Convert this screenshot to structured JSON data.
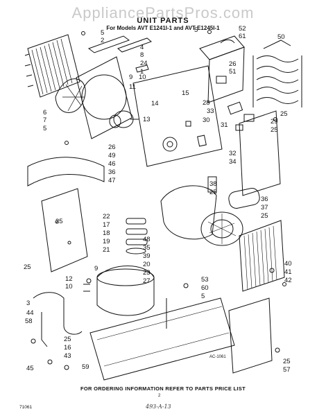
{
  "watermark": "AppliancePartsPros.com",
  "header": {
    "title": "UNIT PARTS",
    "subtitle": "For Models AVT E1241I-1 and AVT E1245I-1"
  },
  "footer": {
    "ordering_note": "FOR ORDERING INFORMATION REFER TO PARTS PRICE LIST",
    "page_ref": "71061",
    "page_number": "2",
    "handwritten_note": "493-A-13",
    "diagram_code": "AC-1061"
  },
  "callouts": [
    "5",
    "2",
    "4",
    "8",
    "24",
    "1",
    "6",
    "7",
    "5",
    "9",
    "10",
    "11",
    "14",
    "15",
    "13",
    "5",
    "52",
    "61",
    "50",
    "26",
    "51",
    "28",
    "33",
    "30",
    "31",
    "25",
    "29",
    "25",
    "26",
    "49",
    "46",
    "36",
    "47",
    "32",
    "34",
    "38",
    "25",
    "36",
    "37",
    "25",
    "25",
    "25",
    "22",
    "17",
    "18",
    "19",
    "21",
    "48",
    "35",
    "39",
    "20",
    "23",
    "27",
    "9",
    "12",
    "10",
    "3",
    "44",
    "58",
    "25",
    "16",
    "43",
    "45",
    "59",
    "53",
    "60",
    "5",
    "40",
    "41",
    "42",
    "25",
    "57"
  ]
}
